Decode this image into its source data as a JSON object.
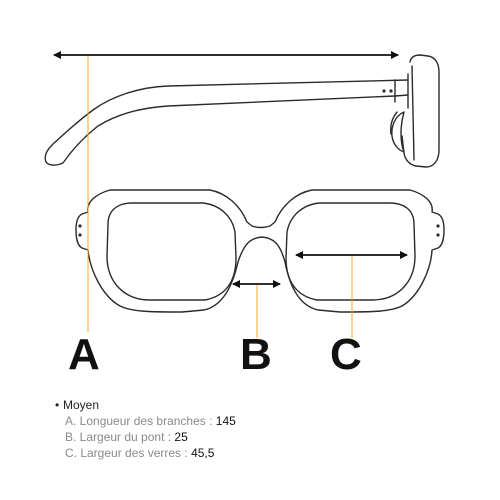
{
  "colors": {
    "outline": "#2b2b2b",
    "guide": "#f4a62a",
    "arrow": "#111111",
    "muted_text": "#8a8a8a",
    "value_text": "#111111"
  },
  "labels": {
    "a": "A",
    "b": "B",
    "c": "C"
  },
  "legend": {
    "bullet": "•",
    "size": "Moyen",
    "rows": [
      {
        "label": "A. Longueur des branches :",
        "value": "145"
      },
      {
        "label": "B. Largeur du pont :",
        "value": "25"
      },
      {
        "label": "C. Largeur des verres :",
        "value": "45,5"
      }
    ]
  }
}
